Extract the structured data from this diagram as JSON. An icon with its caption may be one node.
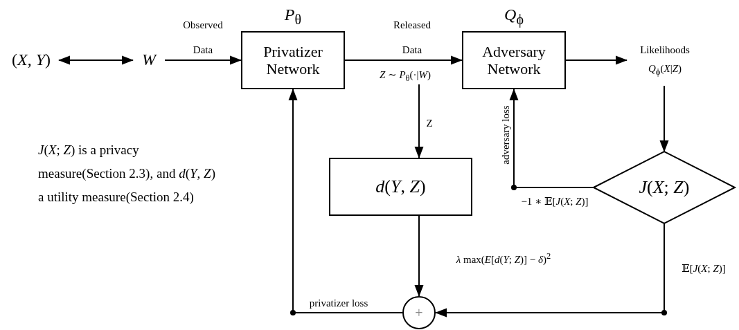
{
  "diagram": {
    "nodes": [
      {
        "text": [
          "(*X*, *Y*)"
        ]
      },
      {
        "text": [
          "W"
        ]
      },
      {
        "text": [
          "Privatizer Network"
        ],
        "beside": [
          "*P*$_{θ}$"
        ]
      },
      {
        "text": [
          "*Z* ∼ *P*$_{θ}$(·|*W*)"
        ]
      },
      {
        "text": [
          "Adversary Network"
        ],
        "beside": [
          "*Q*$_{ϕ}$"
        ]
      },
      {
        "text": [
          "Likelihoods",
          "*Q*$_{ϕ}$(*X*|*Z*)"
        ]
      },
      {
        "text": [
          "*d*(*Y*, *Z*)"
        ]
      },
      {
        "text": [],
        "shape": "circle"
      },
      {
        "text": [
          "*J*(*X*; *Z*)"
        ]
      },
      {
        "text": [],
        "shape": "circle"
      },
      {
        "text": [
          "+"
        ]
      },
      {
        "text": [],
        "shape": "circle"
      }
    ],
    "edges": [
      {
        "from": 0,
        "to": 1,
        "arrow": "both"
      },
      {
        "from": 1,
        "to": 2,
        "arrow": "to",
        "label": "Observed Data"
      },
      {
        "from": 2,
        "to": 4,
        "arrow": "to",
        "label": "Released Data"
      },
      {
        "from": 4,
        "to": 5,
        "arrow": "to"
      },
      {
        "from": 3,
        "to": 6,
        "arrow": "to",
        "label": "Z"
      },
      {
        "from": 5,
        "to": 8,
        "arrow": "to"
      },
      {
        "from": 8,
        "to": 7,
        "arrow": "none",
        "label": "−1 ∗ 𝔼[*J*(*X*; *Z*)]"
      },
      {
        "from": 7,
        "to": 4,
        "arrow": "to",
        "label": "adversary loss"
      },
      {
        "from": 8,
        "to": 11,
        "arrow": "none",
        "label": "𝔼[*J*(*X*; *Z*)]"
      },
      {
        "from": 11,
        "to": 10,
        "arrow": "to"
      },
      {
        "from": 6,
        "to": 10,
        "arrow": "to",
        "label": "*λ* max(*E*[*d*(*Y*; *Z*)] − *δ*)$^{2}$"
      },
      {
        "from": 10,
        "to": 9,
        "arrow": "none",
        "label": "privatizer loss"
      },
      {
        "from": 9,
        "to": 2,
        "arrow": "to"
      }
    ],
    "labels": [
      "*J*(*X*; *Z*) is a privacy measure(Section 2.3), and *d*(*Y*, *Z*) a utility measure(Section 2.4)"
    ]
  }
}
